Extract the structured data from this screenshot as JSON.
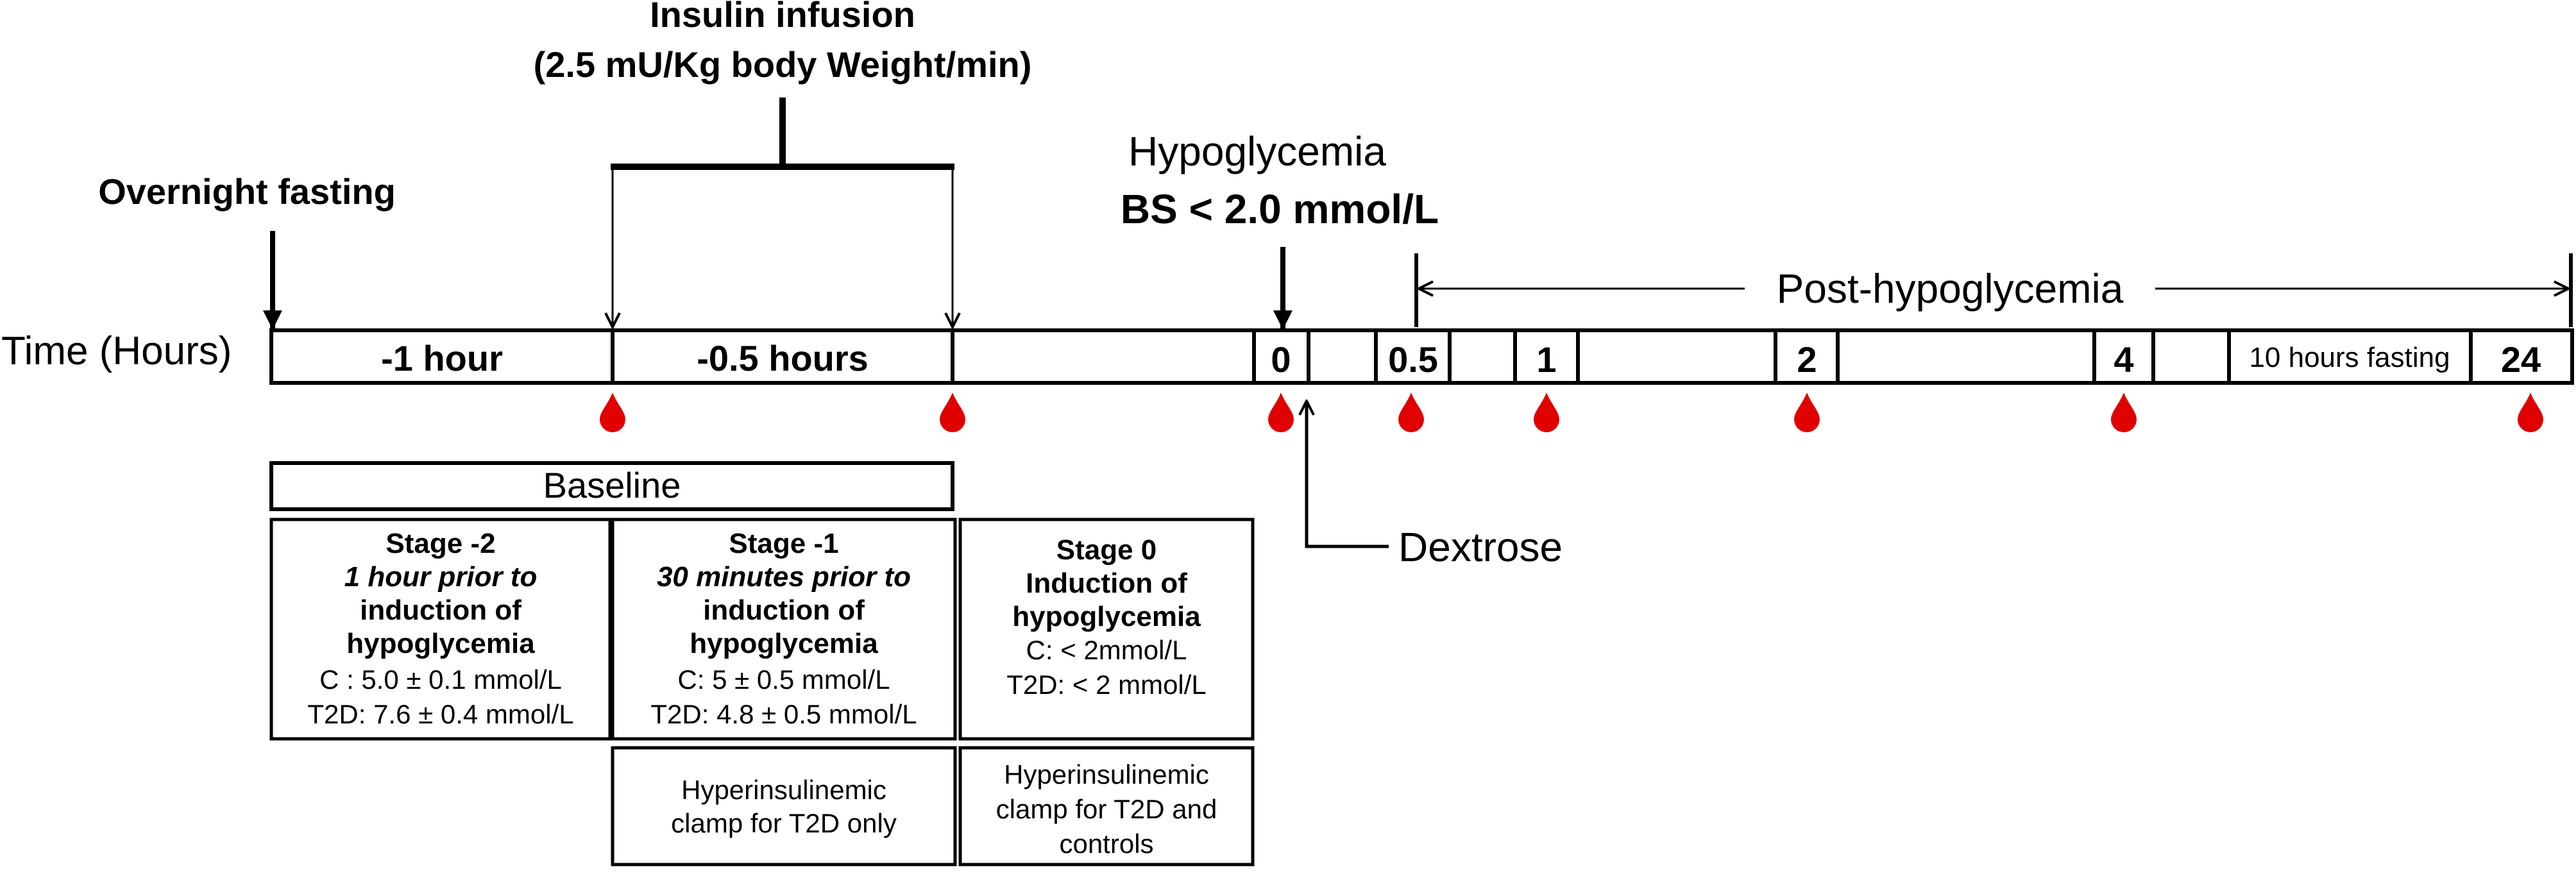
{
  "insulin": {
    "title": "Insulin infusion",
    "rate": "(2.5 mU/Kg body Weight/min)"
  },
  "fasting_label": "Overnight fasting",
  "hypo": {
    "title": "Hypoglycemia",
    "threshold": "BS < 2.0 mmol/L"
  },
  "post_label": "Post-hypoglycemia",
  "time_label": "Time (Hours)",
  "timeline": {
    "seg_minus1": "-1 hour",
    "seg_minus05": "-0.5 hours",
    "t0": "0",
    "t05": "0.5",
    "t1": "1",
    "t2": "2",
    "t4": "4",
    "fasting10": "10 hours fasting",
    "t24": "24"
  },
  "dextrose_label": "Dextrose",
  "baseline_label": "Baseline",
  "stage_m2": {
    "title": "Stage -2",
    "line1": "1 hour prior to",
    "line2": "induction of",
    "line3": "hypoglycemia",
    "c": "C : 5.0 ± 0.1 mmol/L",
    "t2d": "T2D: 7.6 ± 0.4 mmol/L"
  },
  "stage_m1": {
    "title": "Stage -1",
    "line1": "30 minutes prior to",
    "line2": "induction of",
    "line3": "hypoglycemia",
    "c": "C: 5 ± 0.5 mmol/L",
    "t2d": "T2D: 4.8 ± 0.5 mmol/L"
  },
  "stage_0": {
    "title": "Stage 0",
    "line1": "Induction of",
    "line2": "hypoglycemia",
    "c": "C: < 2mmol/L",
    "t2d": "T2D: < 2 mmol/L"
  },
  "clamp_t2d": {
    "line1": "Hyperinsulinemic",
    "line2": "clamp for T2D only"
  },
  "clamp_both": {
    "line1": "Hyperinsulinemic",
    "line2": "clamp for T2D and",
    "line3": "controls"
  },
  "colors": {
    "blood_drop": "#e00000",
    "ink": "#000000"
  }
}
